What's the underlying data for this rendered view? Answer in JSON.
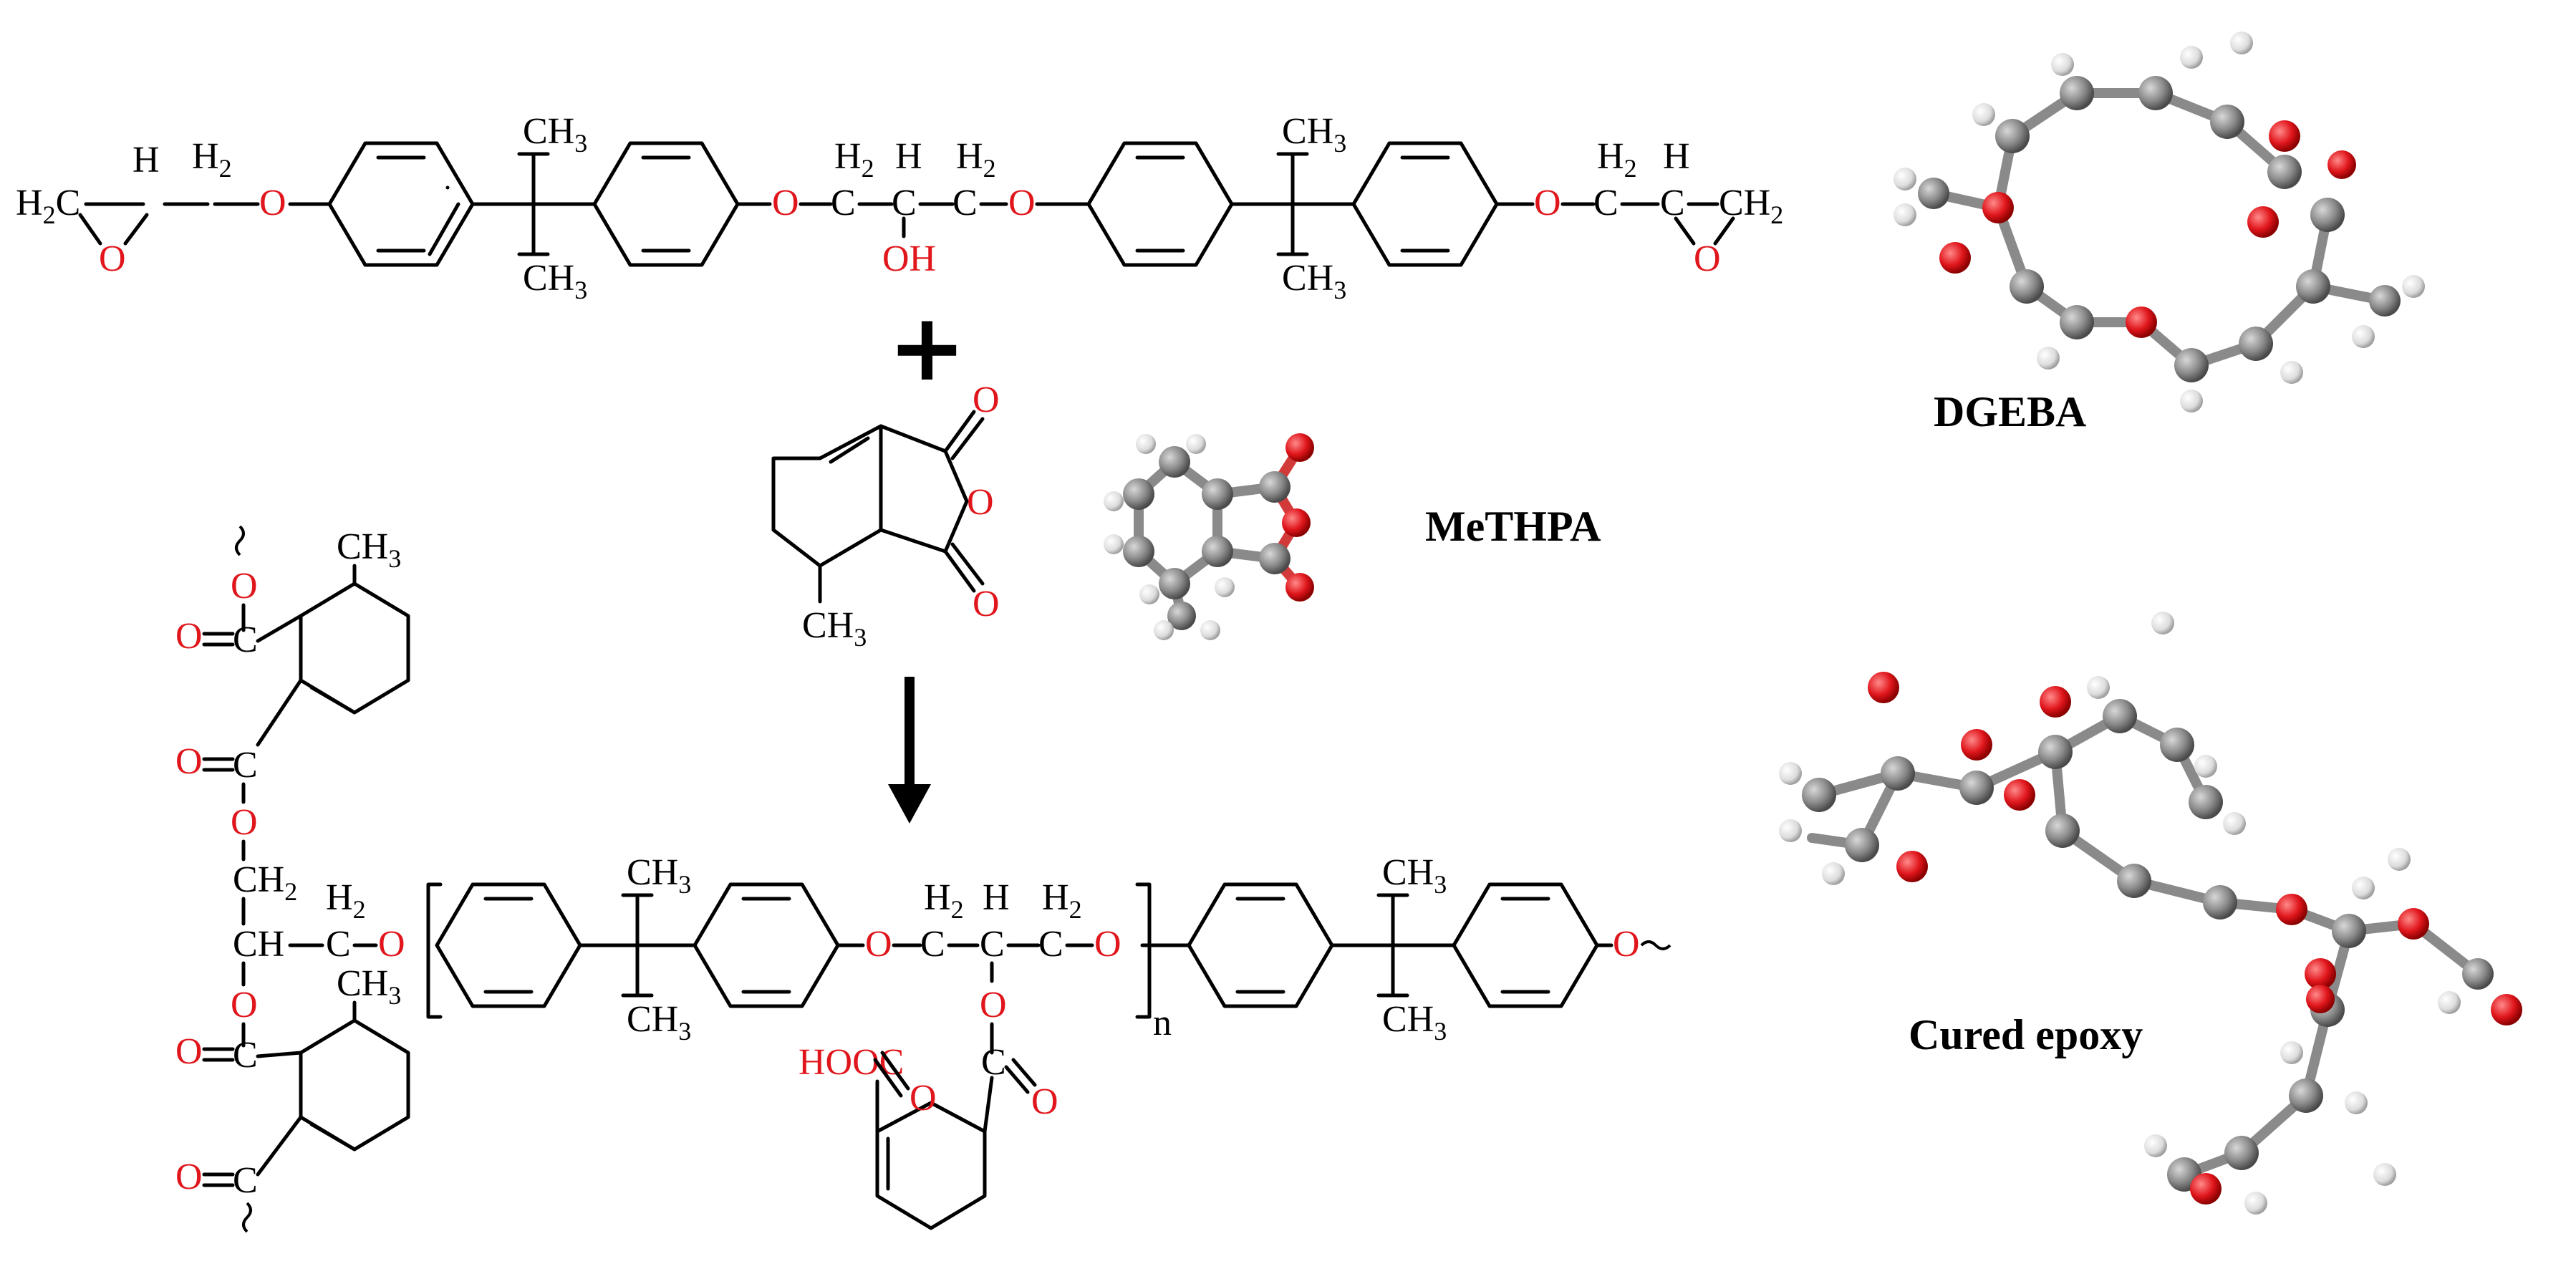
{
  "atoms": {
    "O": "O",
    "OH": "OH",
    "CH3": "CH",
    "H2": "H",
    "H": "H",
    "H2C": "H",
    "CH2": "CH",
    "CH": "CH",
    "HOOC": "HOOC",
    "n": "n",
    "sub2": "2",
    "sub3": "3"
  },
  "labels": {
    "dgeba": "DGEBA",
    "methpa": "MeTHPA",
    "cured": "Cured epoxy"
  },
  "symbols": {
    "plus": "+",
    "arrow": "arrow-down-icon"
  },
  "colors": {
    "oxygen": "#e0161c",
    "bond": "#000000",
    "carbon_ball": "#8a8a8a",
    "hydrogen_ball": "#e6e6e6",
    "oxygen_ball": "#e0161c"
  }
}
